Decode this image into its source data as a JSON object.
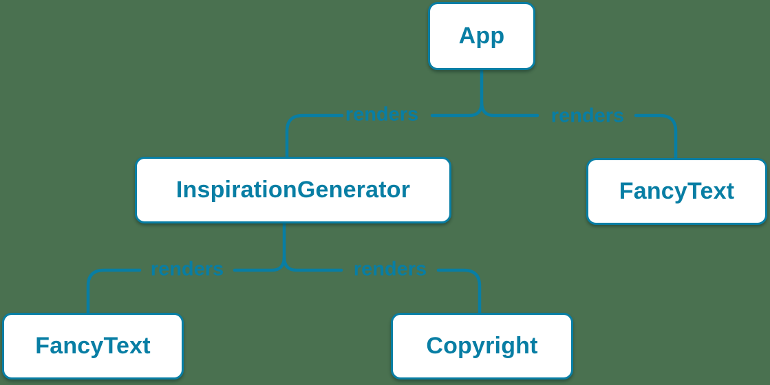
{
  "diagram": {
    "colors": {
      "accent": "#087ea4",
      "node_fill": "#ffffff",
      "background": "#4a7150"
    },
    "nodes": {
      "app": {
        "label": "App"
      },
      "inspiration_generator": {
        "label": "InspirationGenerator"
      },
      "fancy_text_top": {
        "label": "FancyText"
      },
      "fancy_text_bottom": {
        "label": "FancyText"
      },
      "copyright": {
        "label": "Copyright"
      }
    },
    "edges": {
      "app_to_inspiration_generator": {
        "label": "renders"
      },
      "app_to_fancy_text": {
        "label": "renders"
      },
      "inspiration_generator_to_fancy_text": {
        "label": "renders"
      },
      "inspiration_generator_to_copyright": {
        "label": "renders"
      }
    }
  }
}
